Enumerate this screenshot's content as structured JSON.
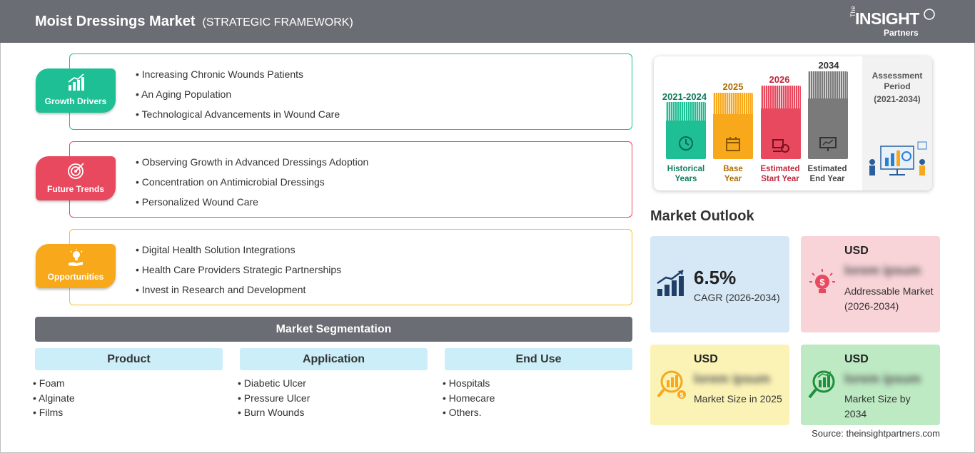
{
  "header": {
    "title": "Moist Dressings Market",
    "subtitle": "(STRATEGIC FRAMEWORK)",
    "logo_the": "The",
    "logo_insight": "INSIGHT",
    "logo_partners": "Partners"
  },
  "categories": [
    {
      "label": "Growth Drivers",
      "icon": "growth-chart-icon",
      "color": "#1fbf95",
      "items": [
        "Increasing Chronic Wounds Patients",
        "An Aging Population",
        "Technological Advancements in Wound Care"
      ]
    },
    {
      "label": "Future Trends",
      "icon": "target-icon",
      "color": "#e9495e",
      "items": [
        "Observing Growth in Advanced Dressings Adoption",
        "Concentration on Antimicrobial Dressings",
        "Personalized Wound Care"
      ]
    },
    {
      "label": "Opportunities",
      "icon": "lightbulb-hand-icon",
      "color": "#f7a81b",
      "items": [
        "Digital Health Solution Integrations",
        "Health Care Providers Strategic Partnerships",
        "Invest in Research and Development"
      ]
    }
  ],
  "segmentation": {
    "title": "Market Segmentation",
    "columns": [
      {
        "head": "Product",
        "items": [
          "Foam",
          "Alginate",
          "Films"
        ]
      },
      {
        "head": "Application",
        "items": [
          "Diabetic Ulcer",
          "Pressure Ulcer",
          "Burn Wounds"
        ]
      },
      {
        "head": "End Use",
        "items": [
          "Hospitals",
          "Homecare",
          "Others."
        ]
      }
    ]
  },
  "timeline": {
    "bars": [
      {
        "year": "2021-2024",
        "caption_1": "Historical",
        "caption_2": "Years",
        "color": "#1fbf95",
        "text_color": "#127a5e"
      },
      {
        "year": "2025",
        "caption_1": "Base",
        "caption_2": "Year",
        "color": "#f7a81b",
        "text_color": "#b06f00"
      },
      {
        "year": "2026",
        "caption_1": "Estimated",
        "caption_2": "Start Year",
        "color": "#e9495e",
        "text_color": "#c0283c"
      },
      {
        "year": "2034",
        "caption_1": "Estimated",
        "caption_2": "End Year",
        "color": "#7a7a7a",
        "text_color": "#444444"
      }
    ],
    "assessment_title_1": "Assessment",
    "assessment_title_2": "Period",
    "assessment_period": "(2021-2034)"
  },
  "outlook": {
    "title": "Market Outlook",
    "cagr_value": "6.5%",
    "cagr_label": "CAGR (2026-2034)",
    "addressable_usd": "USD",
    "addressable_value": "lorem ipsum",
    "addressable_label": "Addressable Market (2026-2034)",
    "size2025_usd": "USD",
    "size2025_value": "lorem ipsum",
    "size2025_label": "Market Size in 2025",
    "size2034_usd": "USD",
    "size2034_value": "lorem ipsum",
    "size2034_label": "Market Size by 2034"
  },
  "source": "Source: theinsightpartners.com"
}
